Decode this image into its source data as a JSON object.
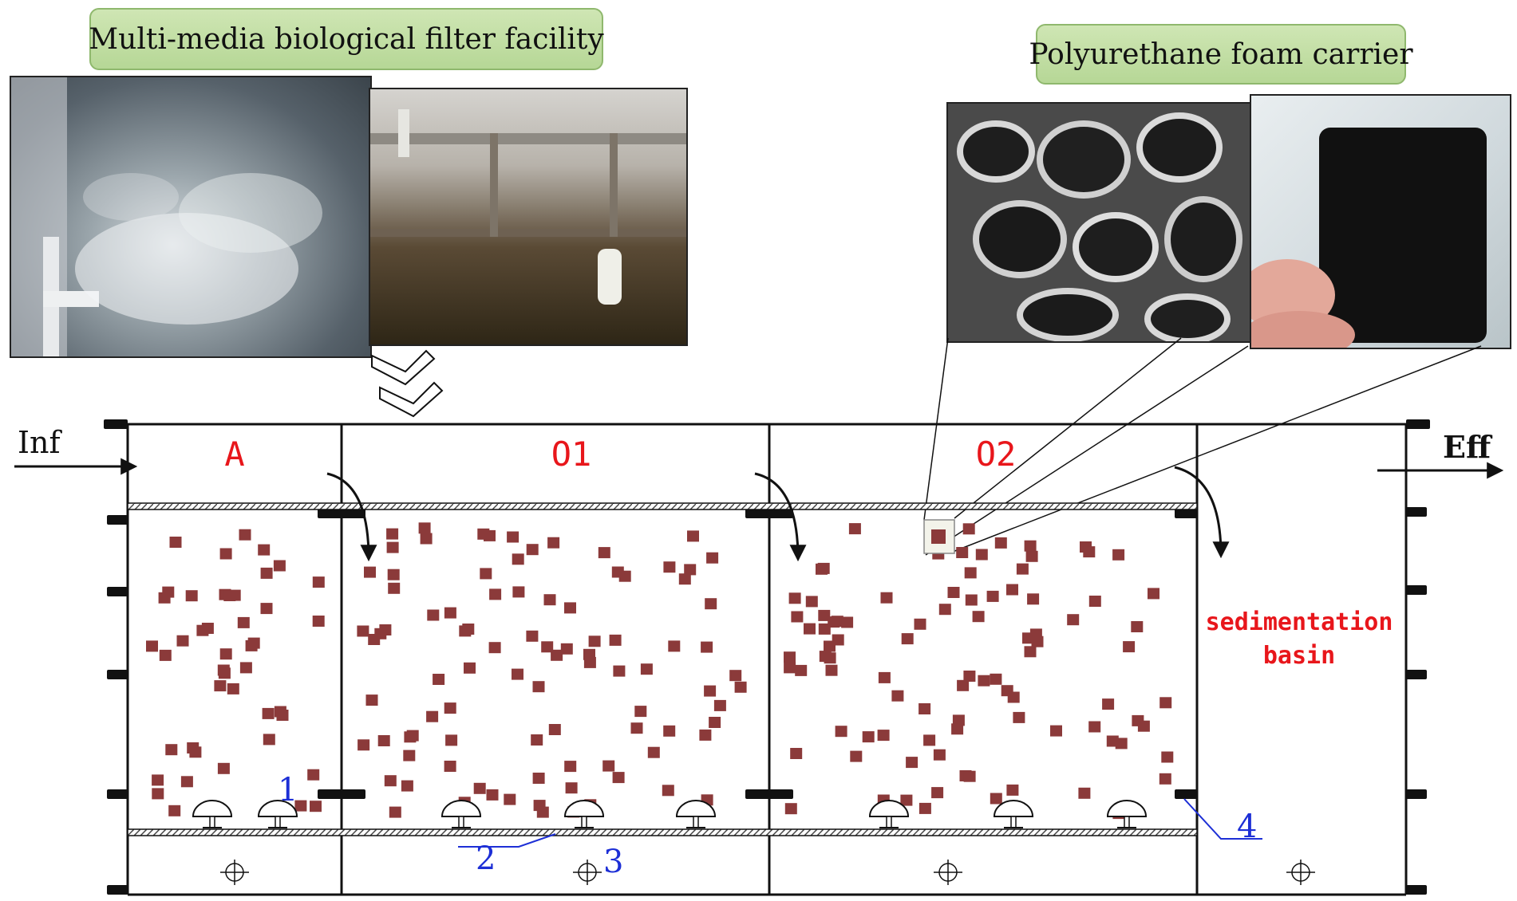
{
  "photo_titles": {
    "filter_facility": "Multi-media biological filter facility",
    "foam_carrier": "Polyurethane foam carrier"
  },
  "flow": {
    "influent": "Inf",
    "effluent": "Eff"
  },
  "zones": [
    {
      "label": "A"
    },
    {
      "label": "O1"
    },
    {
      "label": "O2"
    },
    {
      "label": "sedimentation",
      "label2": "basin"
    }
  ],
  "callouts": {
    "n1": "1",
    "n2": "2",
    "n3": "3",
    "n4": "4"
  },
  "colors": {
    "zone_label": "#e8161b",
    "callout": "#1d2fd6",
    "carrier": "#8b3a3a",
    "title_fill": "#bcdc9c",
    "outline": "#111111"
  }
}
